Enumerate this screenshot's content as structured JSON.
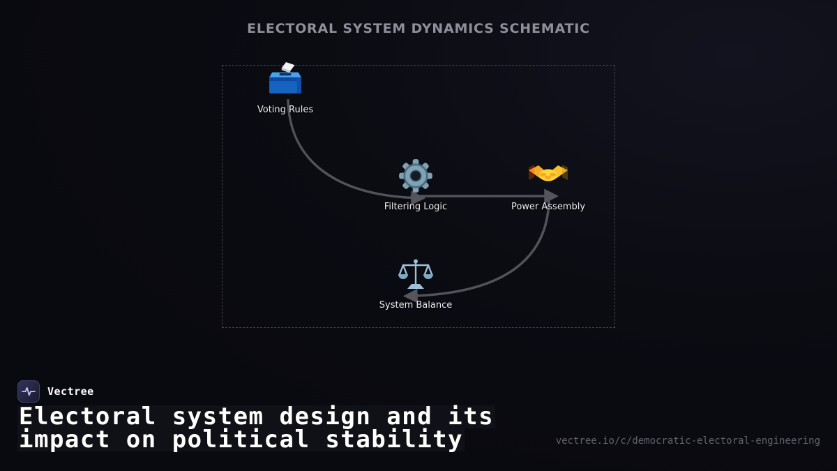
{
  "title": "ELECTORAL SYSTEM DYNAMICS SCHEMATIC",
  "diagram": {
    "nodes": [
      {
        "id": "voting-rules",
        "label": "Voting Rules",
        "icon": "ballot-box-icon"
      },
      {
        "id": "filtering-logic",
        "label": "Filtering Logic",
        "icon": "gear-icon"
      },
      {
        "id": "power-assembly",
        "label": "Power Assembly",
        "icon": "handshake-icon"
      },
      {
        "id": "system-balance",
        "label": "System Balance",
        "icon": "balance-scale-icon"
      }
    ],
    "edges": [
      {
        "from": "voting-rules",
        "to": "filtering-logic"
      },
      {
        "from": "filtering-logic",
        "to": "power-assembly"
      },
      {
        "from": "power-assembly",
        "to": "system-balance"
      }
    ]
  },
  "footer": {
    "brand": "Vectree",
    "headline": [
      "Electoral system design and its",
      "impact on political stability"
    ],
    "url": "vectree.io/c/democratic-electoral-engineering"
  },
  "colors": {
    "background": "#0b0b12",
    "arrow": "#51535a",
    "ballot_blue": "#1565c0",
    "gear_steel": "#7fa3b5",
    "handshake_gold": "#fbc02d",
    "scale_blue": "#9fc0d4"
  }
}
